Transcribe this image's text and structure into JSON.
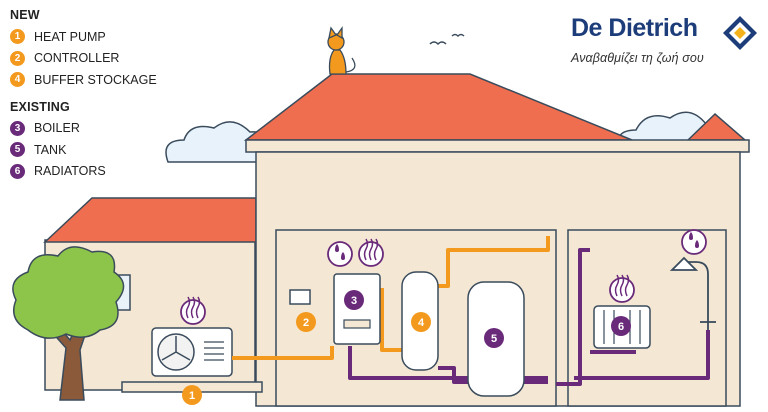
{
  "legend": {
    "new_heading": "NEW",
    "new_items": [
      {
        "num": "1",
        "label": "HEAT PUMP"
      },
      {
        "num": "2",
        "label": "CONTROLLER"
      },
      {
        "num": "4",
        "label": "BUFFER STOCKAGE"
      }
    ],
    "existing_heading": "EXISTING",
    "existing_items": [
      {
        "num": "3",
        "label": "BOILER"
      },
      {
        "num": "5",
        "label": "TANK"
      },
      {
        "num": "6",
        "label": "RADIATORS"
      }
    ]
  },
  "brand": {
    "name": "De Dietrich",
    "slogan": "Αναβαθμίζει τη ζωή σου"
  },
  "markers": {
    "heat_pump": "1",
    "controller": "2",
    "boiler": "3",
    "buffer": "4",
    "tank": "5",
    "radiators": "6"
  },
  "icons": [
    "heat-waves-icon",
    "water-drops-icon",
    "diamond-logo-icon",
    "cat-icon",
    "bird-icon",
    "cloud-icon",
    "tree-icon"
  ],
  "colors": {
    "new_marker": "#f39a1e",
    "existing_marker": "#6a2a7a",
    "roof": "#ee6e4f",
    "wall": "#f4e8d4",
    "hot_pipe": "#f39a1e",
    "return_pipe": "#6a2a7a",
    "brand_blue": "#1d3d7a"
  }
}
